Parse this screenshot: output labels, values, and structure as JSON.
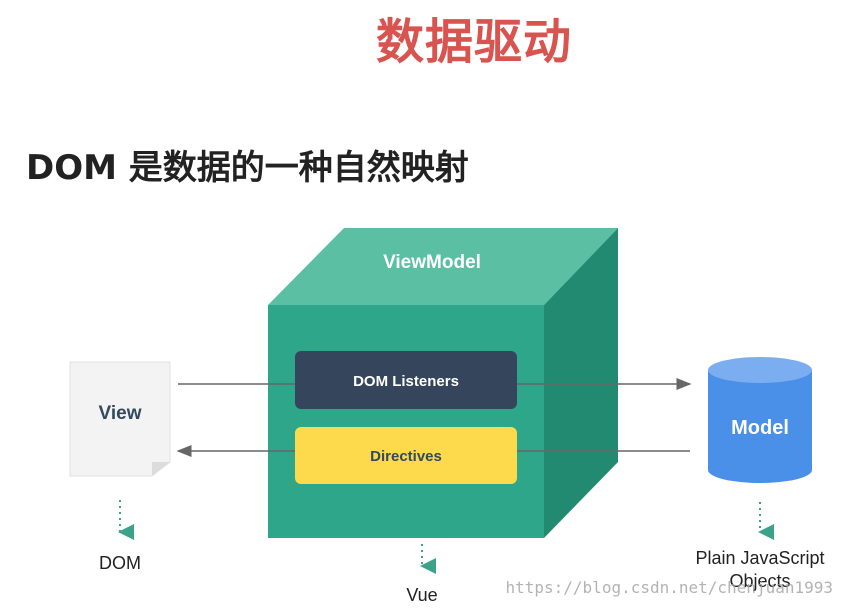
{
  "title": "数据驱动",
  "subtitle": "DOM 是数据的一种自然映射",
  "diagram": {
    "viewmodel_label": "ViewModel",
    "dom_listeners_label": "DOM Listeners",
    "directives_label": "Directives",
    "view_label": "View",
    "model_label": "Model",
    "dom_caption": "DOM",
    "vue_caption": "Vue",
    "model_caption_line1": "Plain JavaScript",
    "model_caption_line2": "Objects"
  },
  "colors": {
    "title": "#d9534f",
    "cube_front": "#2da68a",
    "cube_top": "#5bbfa4",
    "cube_side": "#238a72",
    "dom_listeners": "#35465c",
    "directives": "#fdd94c",
    "model": "#4a8fe8",
    "arrow_caption": "#3aa38a"
  },
  "watermark": "https://blog.csdn.net/chenjuan1993"
}
